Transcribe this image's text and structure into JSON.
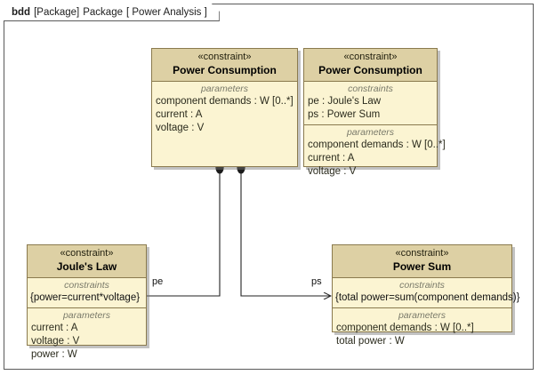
{
  "frame": {
    "kind": "bdd",
    "type_tag": "[Package]",
    "element_type": "Package",
    "name_bracket": "[ Power Analysis ]"
  },
  "blocks": [
    {
      "id": "power-consumption-left",
      "stereotype": "«constraint»",
      "title": "Power Consumption",
      "compartments": [
        {
          "label": "parameters",
          "items": [
            "component demands : W [0..*]",
            "current : A",
            "voltage : V"
          ]
        }
      ]
    },
    {
      "id": "power-consumption-right",
      "stereotype": "«constraint»",
      "title": "Power Consumption",
      "compartments": [
        {
          "label": "constraints",
          "items": [
            "pe : Joule's Law",
            "ps : Power Sum"
          ]
        },
        {
          "label": "parameters",
          "items": [
            "component demands : W [0..*]",
            "current : A",
            "voltage : V"
          ]
        }
      ]
    },
    {
      "id": "joules-law",
      "stereotype": "«constraint»",
      "title": "Joule's Law",
      "compartments": [
        {
          "label": "constraints",
          "items": [
            "{power=current*voltage}"
          ]
        },
        {
          "label": "parameters",
          "items": [
            "current : A",
            "voltage : V",
            "power : W"
          ]
        }
      ]
    },
    {
      "id": "power-sum",
      "stereotype": "«constraint»",
      "title": "Power Sum",
      "compartments": [
        {
          "label": "constraints",
          "items": [
            "{total power=sum(component demands)}"
          ]
        },
        {
          "label": "parameters",
          "items": [
            "component demands : W [0..*]",
            "total power : W"
          ]
        }
      ]
    }
  ],
  "connectors": [
    {
      "id": "pe",
      "label": "pe",
      "source": "power-consumption-left",
      "target": "joules-law"
    },
    {
      "id": "ps",
      "label": "ps",
      "source": "power-consumption-left",
      "target": "power-sum"
    }
  ],
  "colors": {
    "block_header": "#ddd0a4",
    "block_body": "#fbf4d2",
    "block_border": "#8a7a4e",
    "frame_border": "#5a5a5a",
    "connector": "#222222",
    "compartment_label": "#7a7a6a"
  }
}
